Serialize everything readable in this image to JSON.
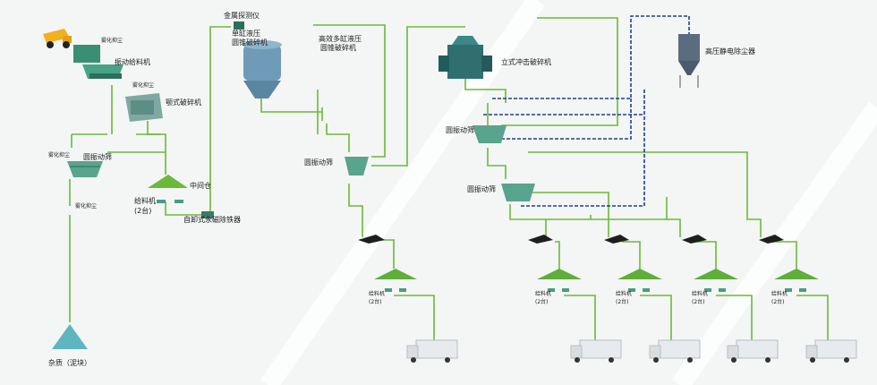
{
  "labels": {
    "spray_1": "雾化抑尘",
    "feeder": "振动给料机",
    "spray_2": "雾化抑尘",
    "jaw_crusher": "颚式破碎机",
    "spray_3": "雾化抑尘",
    "circ_screen_1": "圆振动筛",
    "spray_4": "雾化抑尘",
    "silo": "中间仓",
    "feeder_2": "给料机",
    "feeder_2_qty": "(2台)",
    "magnet": "自卸式永磁除铁器",
    "impurity": "杂质（泥块）",
    "metal_detector": "金属探测仪",
    "cone_single_1": "单缸液压",
    "cone_single_2": "圆锥破碎机",
    "cone_multi_1": "高效多缸液压",
    "cone_multi_2": "圆锥破碎机",
    "circ_screen_2": "圆振动筛",
    "vsi": "立式冲击破碎机",
    "dust_collector": "高压静电除尘器",
    "circ_screen_3": "圆振动筛",
    "circ_screen_4": "圆振动筛",
    "small_feeder": "给料机",
    "small_feeder_qty": "(2台)"
  },
  "colors": {
    "flow": "#6cb93a",
    "return": "#1f3f8f",
    "machine": "#4a9a86",
    "pile": "#5fae3a",
    "truck_cab": "#d9dde0",
    "truck_box": "#e8ebee"
  }
}
